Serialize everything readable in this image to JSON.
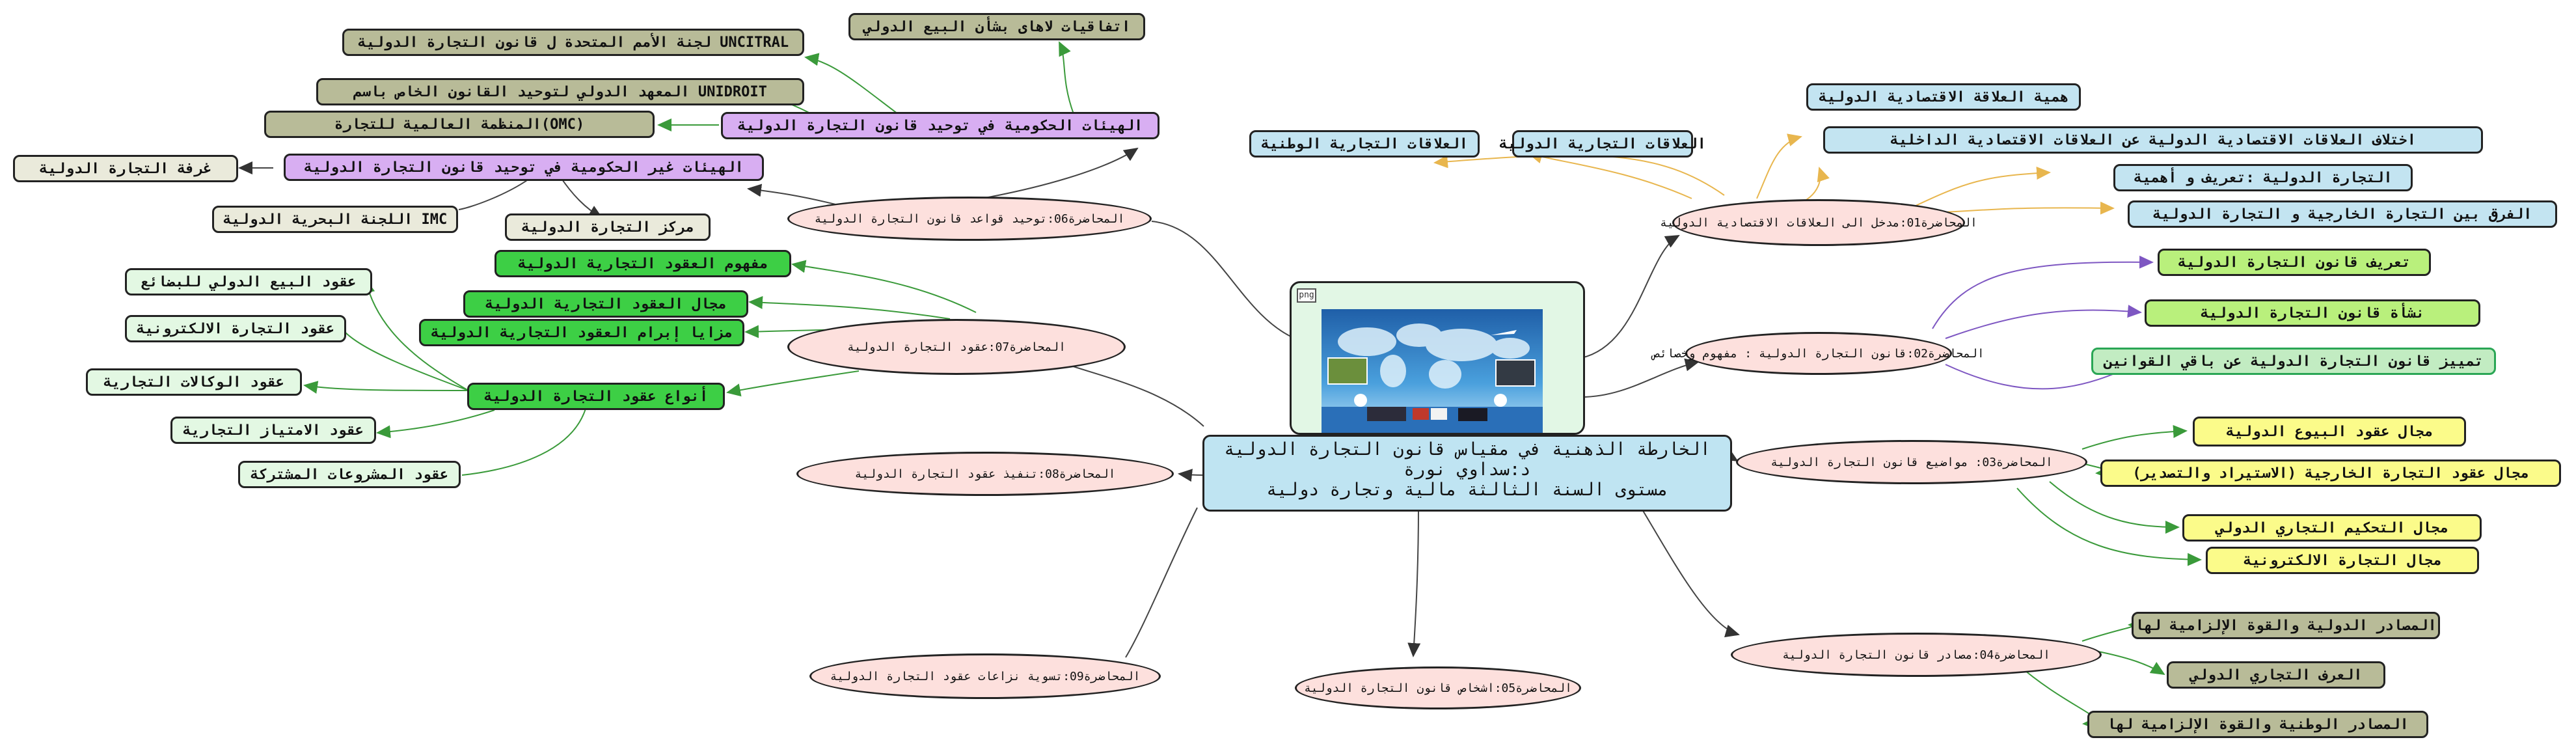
{
  "root": {
    "title": "الخارطة الذهنية في مقياس قانون التجارة الدولية",
    "author": "د:سداوي نورة",
    "level": "مستوى السنة الثالثة مالية وتجارة دولية"
  },
  "image_card": {
    "tag": "png"
  },
  "lectures": {
    "l01": "المحاضرة01:مدخل الى العلاقات الاقتصادية الدولية",
    "l02": "المحاضرة02:قانون التجارة الدولية : مفهوم وخصائص",
    "l03": "المحاضرة03: مواضيع قانون التجارة الدولية",
    "l04": "المحاضرة04:مصادر قانون التجارة الدولية",
    "l05": "المحاضرة05:اشخاص قانون التجارة الدولية",
    "l06": "المحاضرة06:توحيد قواعد قانون التجارة الدولية",
    "l07": "المحاضرة07:عقود التجارة الدولية",
    "l08": "المحاضرة08:تنفيذ عقود التجارة الدولية",
    "l09": "المحاضرة09:تسوية نزاعات عقود التجارة الدولية"
  },
  "l01_children": {
    "national_relations": "العلاقات التجارية الوطنية",
    "international_relations": "العلاقات التجارية الدولية",
    "importance": "همية العلاقة الاقتصادية الدولية",
    "difference_internal": "اختلاف العلاقات الاقتصادية الدولية عن العلاقات الاقتصادية الداخلية",
    "definition": "التجارة الدولية :تعريف و أهمية",
    "difference_trade": "الفرق بين التجارة الخارجية و التجارة الدولية"
  },
  "l02_children": {
    "definition": "تعريف قانون التجارة الدولية",
    "origin": "نشأة  قانون التجارة الدولية",
    "distinction": "تمييز قانون التجارة الدولية عن باقي القوانين"
  },
  "l03_children": {
    "sales": "مجال عقود  البيوع الدولية",
    "foreign_trade": "مجال عقود التجارة الخارجية (الاستيراد والتصدير)",
    "arbitration": "مجال التحكيم التجاري الدولي",
    "ecommerce": "مجال التجارة الالكترونية"
  },
  "l04_children": {
    "intl_sources": "المصادر الدولية والقوة الإلزامية لها",
    "custom": "العرف التجاري الدولي",
    "national_sources": "المصادر الوطنية والقوة  الإلزامية لها"
  },
  "l06_children": {
    "gov_bodies": "الهيئات الحكومية في توحيد قانون التجارة الدولية",
    "nongov_bodies": "الهيئات غير الحكومية في توحيد قانون التجارة الدولية",
    "hague": "اتفاقيات لاهاى بشأن البيع الدولي",
    "uncitral": "UNCITRAL لجنة الأمم المتحدة ل قانون التجارة الدولية",
    "unidroit": "UNIDROIT المعهد الدولي لتوحيد القانون الخاص باسم",
    "omc": "(OMC)المنظمة العالمية للتجارة",
    "icc": "غرفة التجارة الدولية",
    "imc": "IMC اللجنة البحرية الدولية",
    "trade_center": "مركز التجارة الدولية"
  },
  "l07_children": {
    "concept": "مفهوم  العقود  التجارية الدولية",
    "scope": "مجال العقود التجارية الدولية",
    "advantages": "مزايا إبرام العقود التجارية الدولية",
    "types": "أنواع عقود التجارة الدولية",
    "goods_sale": "عقود البيع الدولي للبضائع",
    "ecommerce": "عقود التجارة الالكترونية",
    "agencies": "عقود الوكالات التجارية",
    "franchise": "عقود الامتياز التجارية",
    "joint": "عقود المشروعات المشتركة"
  },
  "colors": {
    "blue": "#c3e4f1",
    "olive": "#b8bb98",
    "purple": "#d8aef2",
    "cream": "#eaeadb",
    "green": "#3dcf45",
    "mint": "#e3f8e3",
    "lime": "#b9f07c",
    "yellow": "#fbfb8a",
    "lecture": "#fde0dd",
    "root": "#bfe4f2",
    "edge_root": "#444444",
    "edge_l01": "#e8b64e",
    "edge_l02": "#7e57c2",
    "edge_green": "#3a9a3a"
  }
}
